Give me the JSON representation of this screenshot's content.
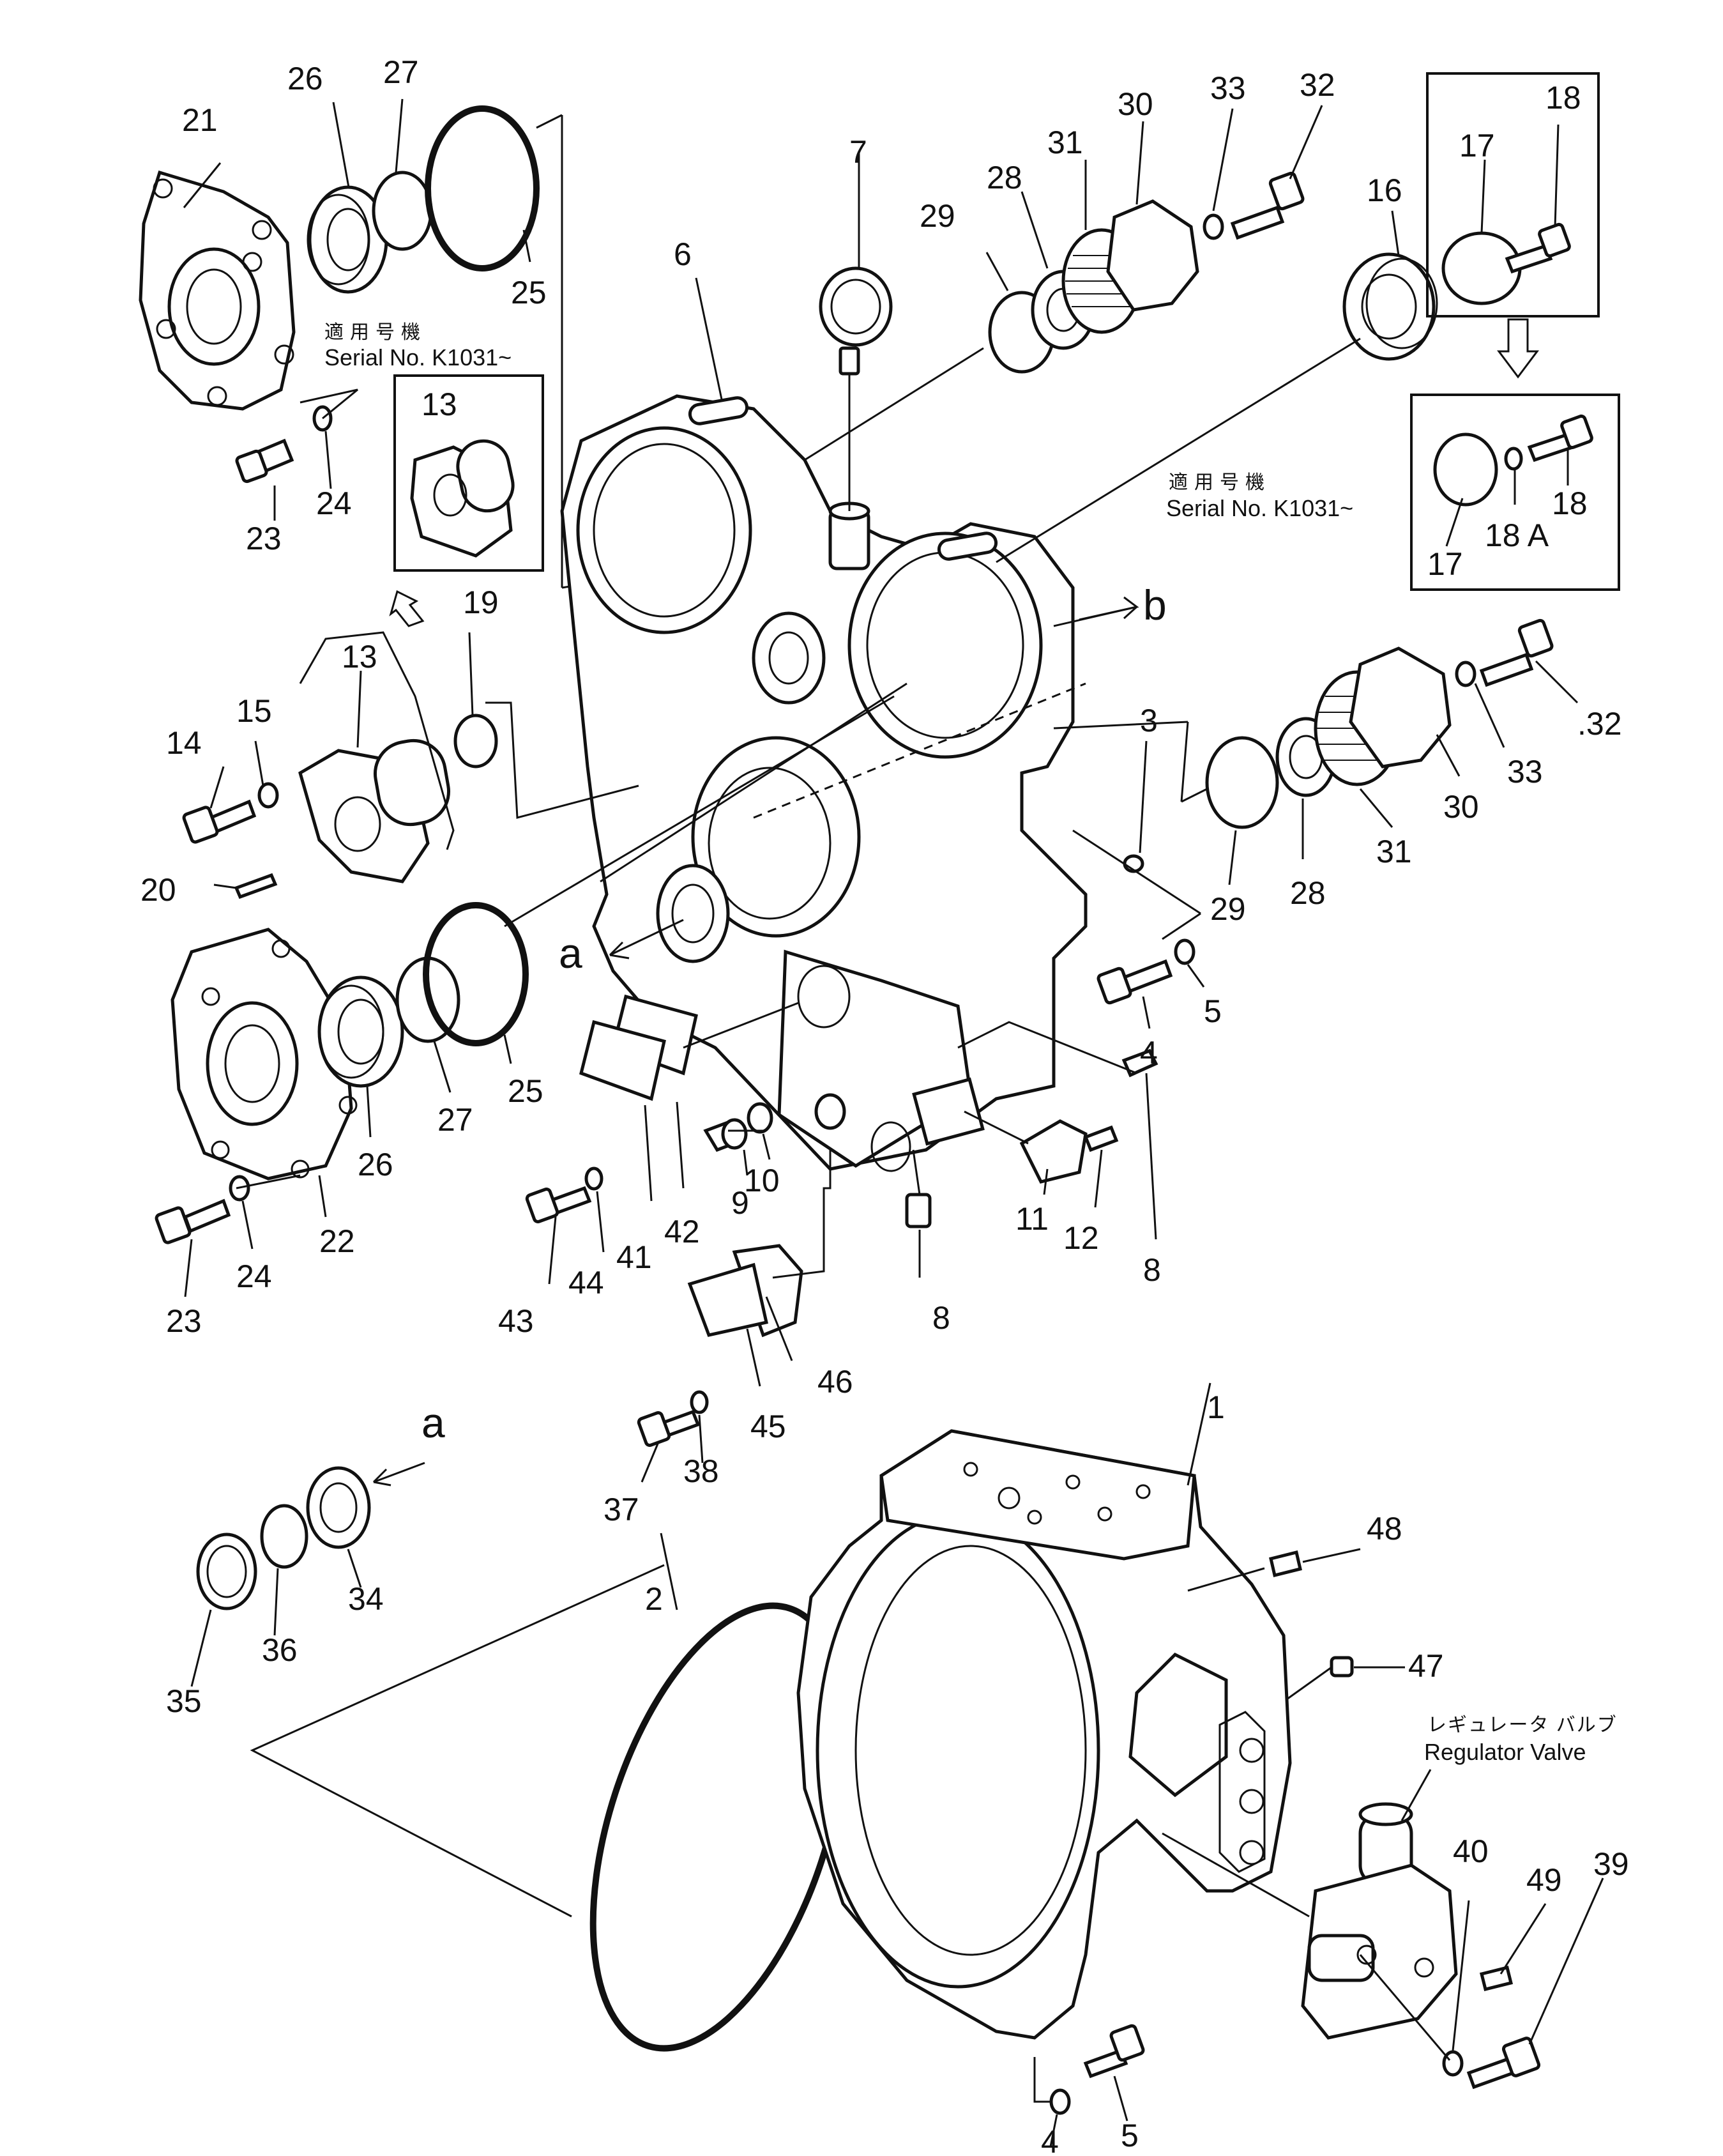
{
  "diagram": {
    "serial_note_top_left": {
      "jp": "適用号機",
      "en": "Serial No. K1031~"
    },
    "serial_note_top_right": {
      "jp": "適用号機",
      "en": "Serial No. K1031~"
    },
    "regulator_label": {
      "jp": "レギュレータ バルブ",
      "en": "Regulator Valve"
    },
    "flow_letter_a": "a",
    "flow_letter_b": "b",
    "callouts": {
      "c1": "1",
      "c2": "2",
      "c3": "3",
      "c4a": "4",
      "c4b": "4",
      "c5a": "5",
      "c5b": "5",
      "c6": "6",
      "c7": "7",
      "c8a": "8",
      "c8b": "8",
      "c9": "9",
      "c10": "10",
      "c11": "11",
      "c12": "12",
      "c13a": "13",
      "c13b": "13",
      "c14": "14",
      "c15": "15",
      "c16": "16",
      "c17a": "17",
      "c17b": "17",
      "c18a": "18",
      "c18b": "18",
      "c18A": "18 A",
      "c19": "19",
      "c20": "20",
      "c21": "21",
      "c22": "22",
      "c23a": "23",
      "c23b": "23",
      "c24a": "24",
      "c24b": "24",
      "c25a": "25",
      "c25b": "25",
      "c26a": "26",
      "c26b": "26",
      "c27a": "27",
      "c27b": "27",
      "c28a": "28",
      "c28b": "28",
      "c29a": "29",
      "c29b": "29",
      "c30a": "30",
      "c30b": "30",
      "c31a": "31",
      "c31b": "31",
      "c32a": "32",
      "c32b": ".32",
      "c33a": "33",
      "c33b": "33",
      "c34": "34",
      "c35": "35",
      "c36": "36",
      "c37": "37",
      "c38": "38",
      "c39": "39",
      "c40": "40",
      "c41": "41",
      "c42": "42",
      "c43": "43",
      "c44": "44",
      "c45": "45",
      "c46": "46",
      "c47": "47",
      "c48": "48",
      "c49": "49"
    }
  }
}
